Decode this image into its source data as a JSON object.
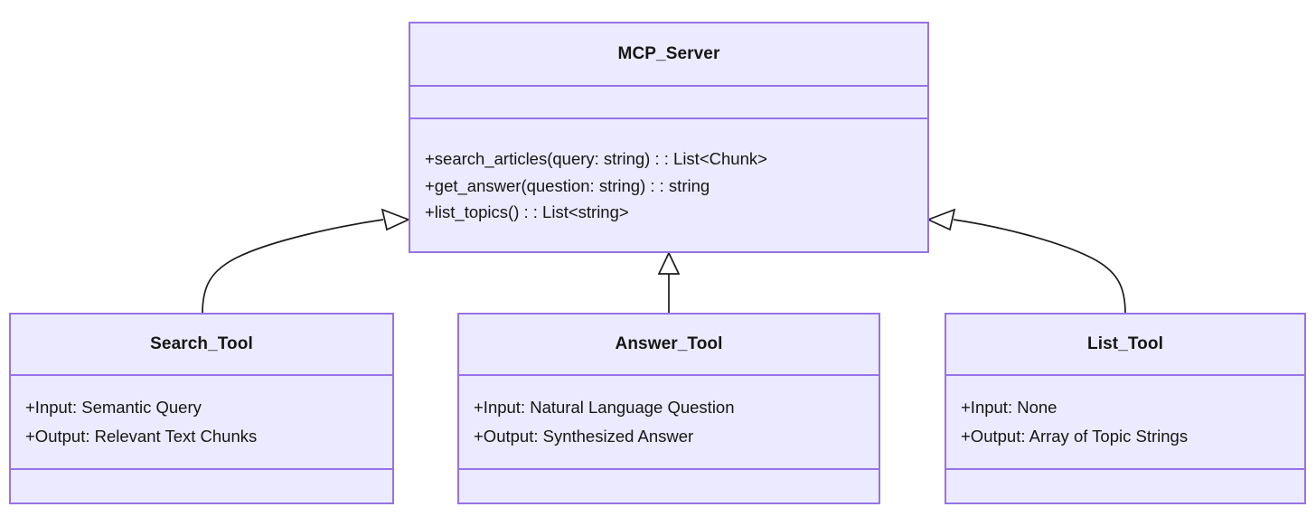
{
  "diagram": {
    "type": "uml-class-diagram",
    "background_color": "#FFFFFF",
    "box_fill_color": "#ECEAFE",
    "box_border_color": "#9673E6",
    "text_color": "#161616",
    "connector_color": "#1A1A1A",
    "relationship": "generalization"
  },
  "classes": {
    "mcp_server": {
      "name": "MCP_Server",
      "attributes": [],
      "methods": [
        "+search_articles(query: string) : : List<Chunk>",
        "+get_answer(question: string) : : string",
        "+list_topics() : : List<string>"
      ]
    },
    "search_tool": {
      "name": "Search_Tool",
      "attributes": [
        "+Input: Semantic Query",
        "+Output: Relevant Text Chunks"
      ],
      "methods": []
    },
    "answer_tool": {
      "name": "Answer_Tool",
      "attributes": [
        "+Input: Natural Language Question",
        "+Output: Synthesized Answer"
      ],
      "methods": []
    },
    "list_tool": {
      "name": "List_Tool",
      "attributes": [
        "+Input: None",
        "+Output: Array of Topic Strings"
      ],
      "methods": []
    }
  },
  "connectors": [
    {
      "name": "search-tool-to-mcp-server",
      "from": "Search_Tool",
      "to": "MCP_Server",
      "kind": "generalization"
    },
    {
      "name": "answer-tool-to-mcp-server",
      "from": "Answer_Tool",
      "to": "MCP_Server",
      "kind": "generalization"
    },
    {
      "name": "list-tool-to-mcp-server",
      "from": "List_Tool",
      "to": "MCP_Server",
      "kind": "generalization"
    }
  ]
}
